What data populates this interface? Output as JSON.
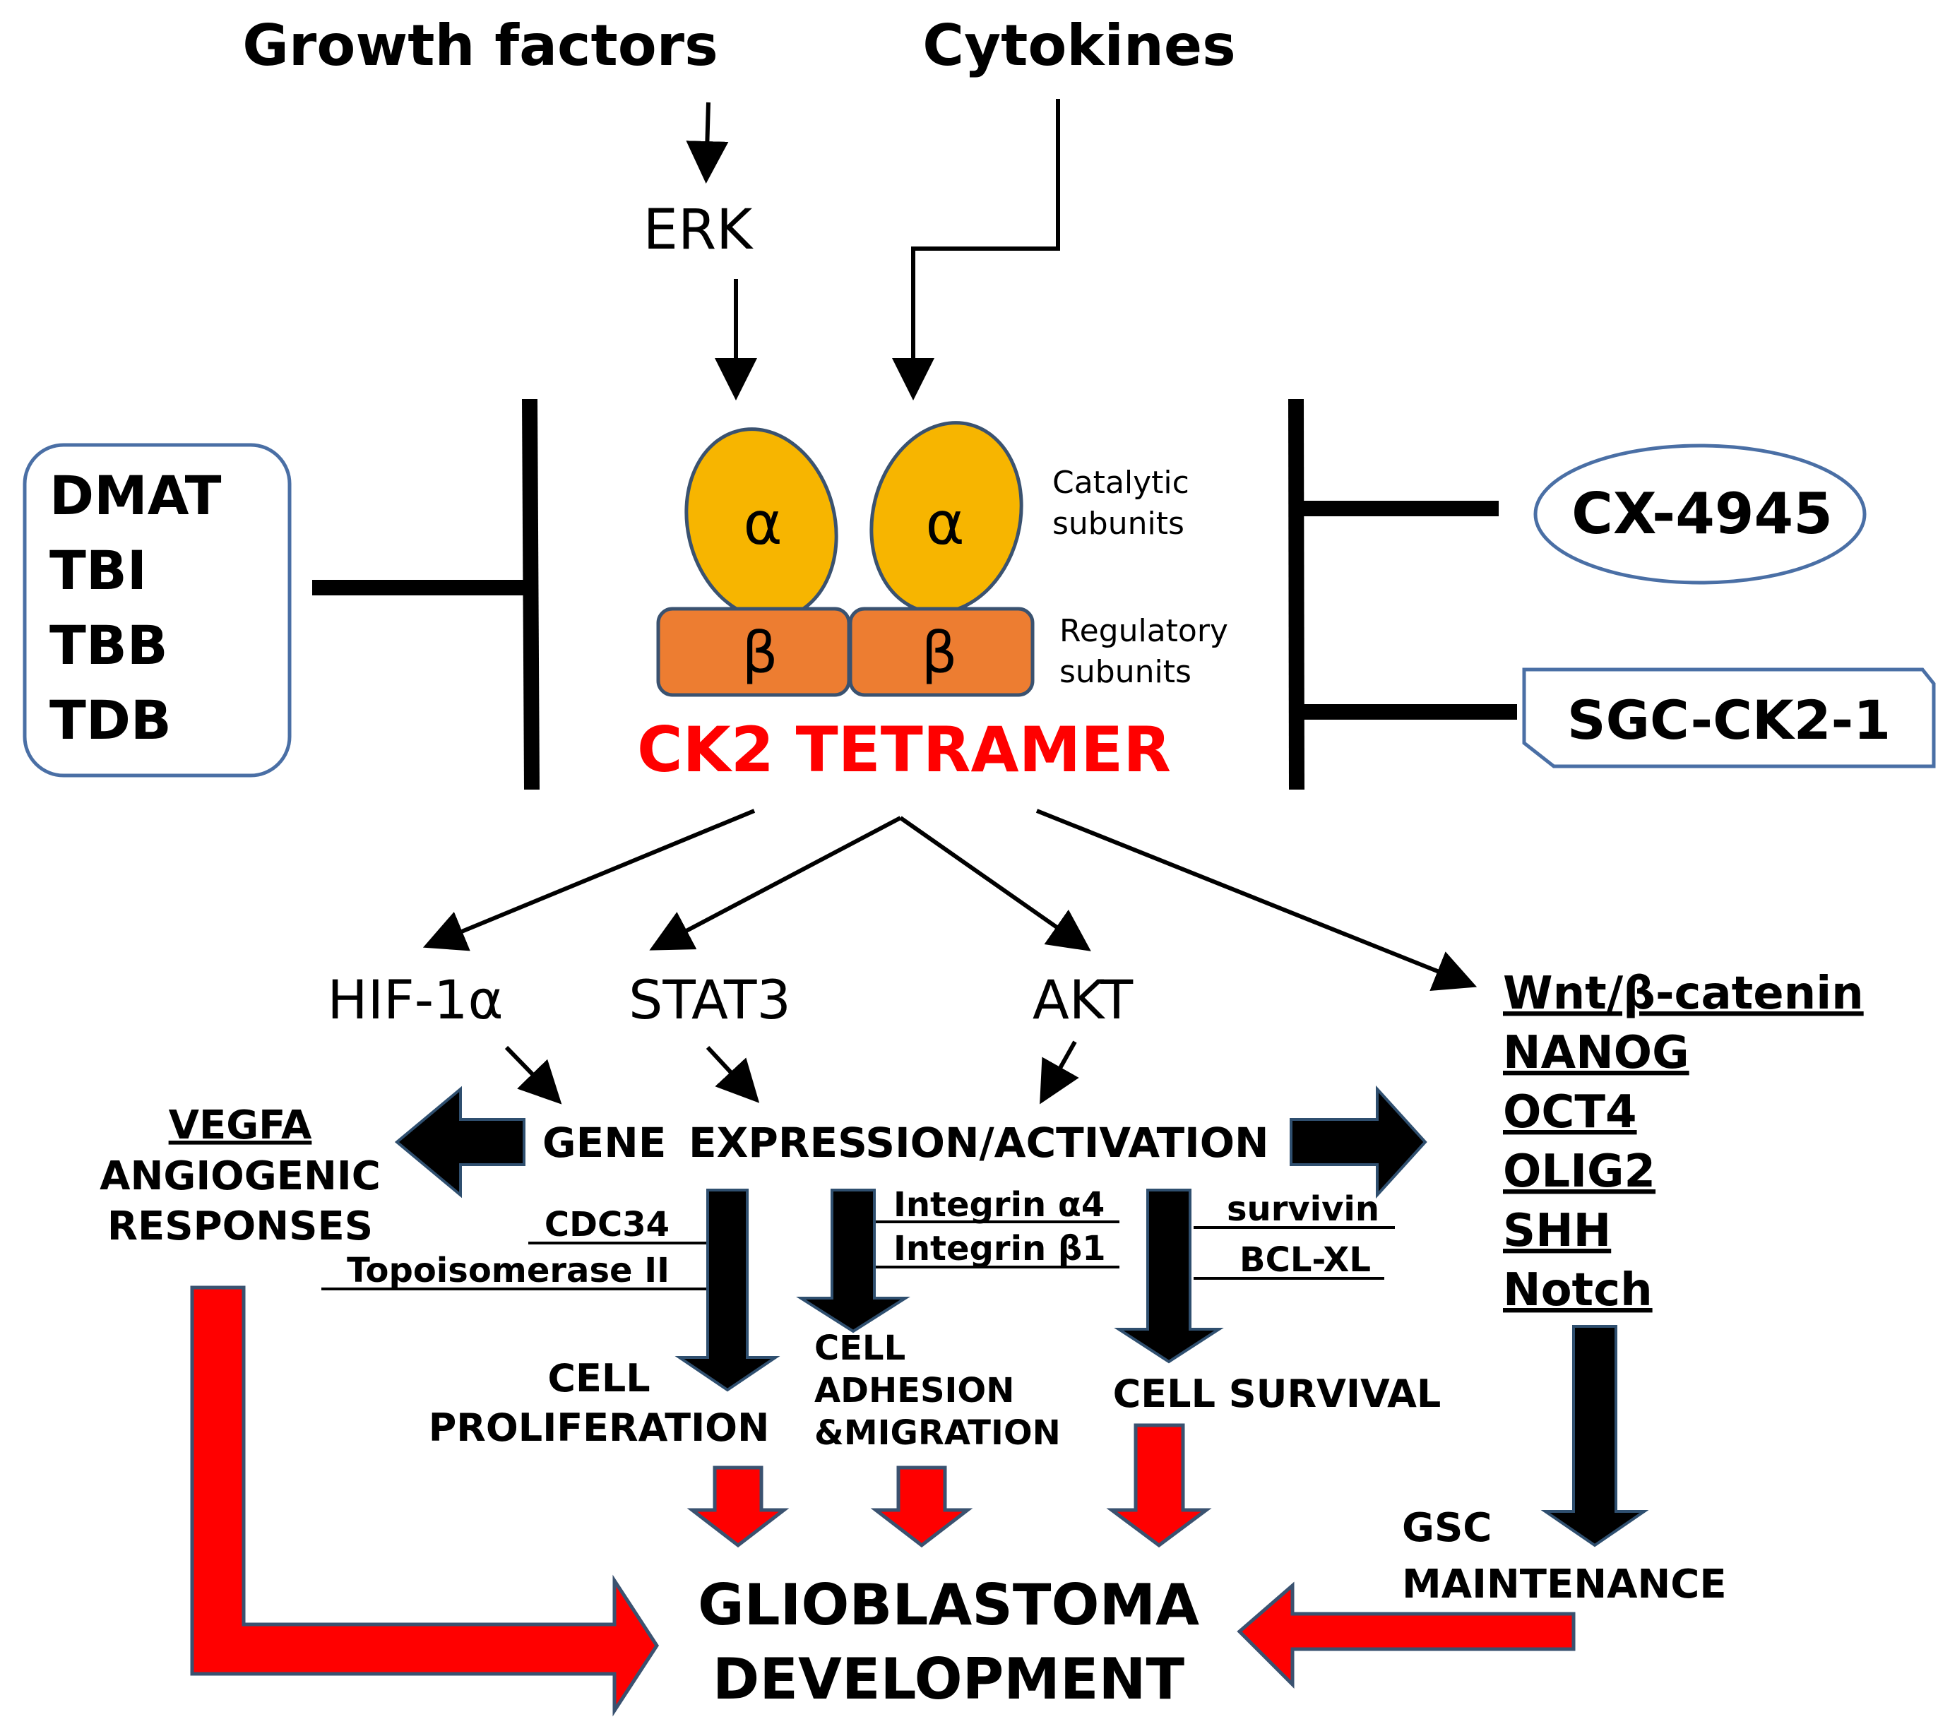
{
  "inputs": {
    "growth_factors": "Growth factors",
    "cytokines": "Cytokines",
    "erk": "ERK"
  },
  "complex": {
    "alpha": "α",
    "beta": "β",
    "catalytic_1": "Catalytic",
    "catalytic_2": "subunits",
    "regulatory_1": "Regulatory",
    "regulatory_2": "subunits",
    "title": "CK2 TETRAMER"
  },
  "inhibitors_left": [
    "DMAT",
    "TBI",
    "TBB",
    "TDB"
  ],
  "inhibitors_right": {
    "cx": "CX-4945",
    "sgc": "SGC-CK2-1"
  },
  "targets": {
    "hif": "HIF-1α",
    "stat3": "STAT3",
    "akt": "AKT"
  },
  "stem_genes": [
    "Wnt/β-catenin",
    "NANOG",
    "OCT4",
    "OLIG2",
    "SHH",
    "Notch"
  ],
  "gene_expression": {
    "gene": "GENE",
    "expression": "EXPRESSION/ACTIVATION"
  },
  "angiogenic": {
    "vegfa": "VEGFA",
    "line1": "ANGIOGENIC",
    "line2": "RESPONSES"
  },
  "proliferation_genes": [
    "CDC34",
    "Topoisomerase II"
  ],
  "adhesion_genes": [
    "Integrin α4",
    "Integrin β1"
  ],
  "survival_genes": [
    "survivin",
    "BCL-XL"
  ],
  "outcomes": {
    "prolif_1": "CELL",
    "prolif_2": "PROLIFERATION",
    "adh_1": "CELL",
    "adh_2": "ADHESION",
    "adh_3": "&MIGRATION",
    "survival": "CELL SURVIVAL",
    "gsc_1": "GSC",
    "gsc_2": "MAINTENANCE"
  },
  "result": {
    "line1": "GLIOBLASTOMA",
    "line2": "DEVELOPMENT"
  },
  "colors": {
    "alpha": "#f7b500",
    "beta": "#ed7d31",
    "title": "#ff0000",
    "red_arrow": "#ff0000",
    "box_border": "#4a6fa5"
  }
}
